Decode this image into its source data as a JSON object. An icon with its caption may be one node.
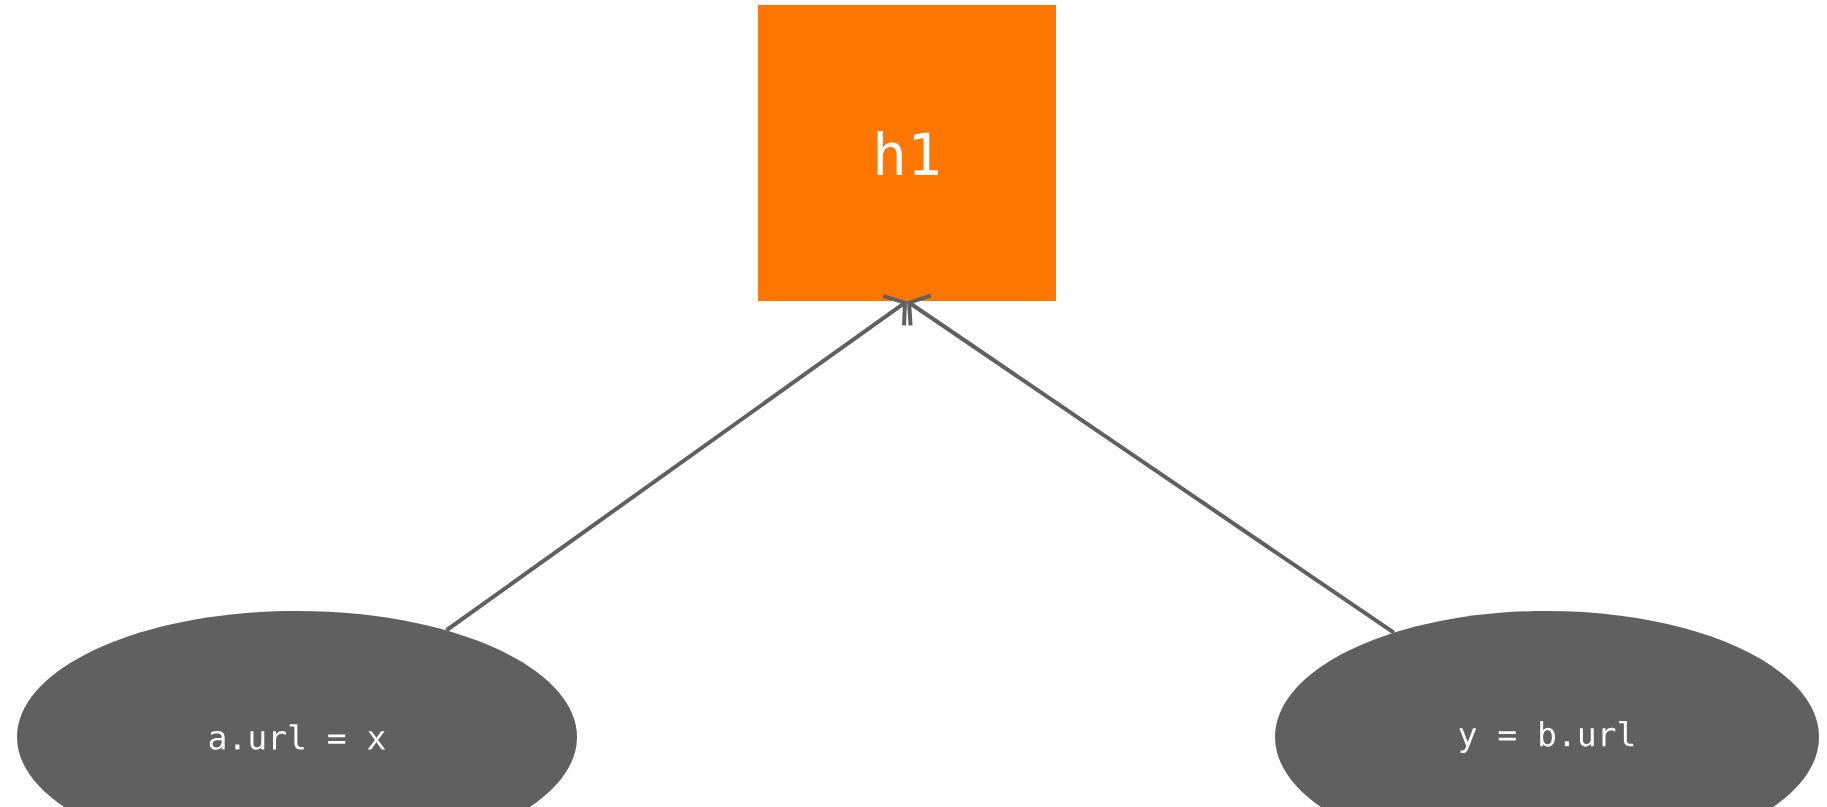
{
  "diagram": {
    "nodes": [
      {
        "text": [
          "h1"
        ]
      },
      {
        "text": [
          "a.url = x"
        ]
      },
      {
        "text": [
          "y = b.url"
        ]
      }
    ],
    "edges": [
      {
        "from": 1,
        "to": 0,
        "arrow": "to"
      },
      {
        "from": 2,
        "to": 0,
        "arrow": "to"
      }
    ]
  }
}
